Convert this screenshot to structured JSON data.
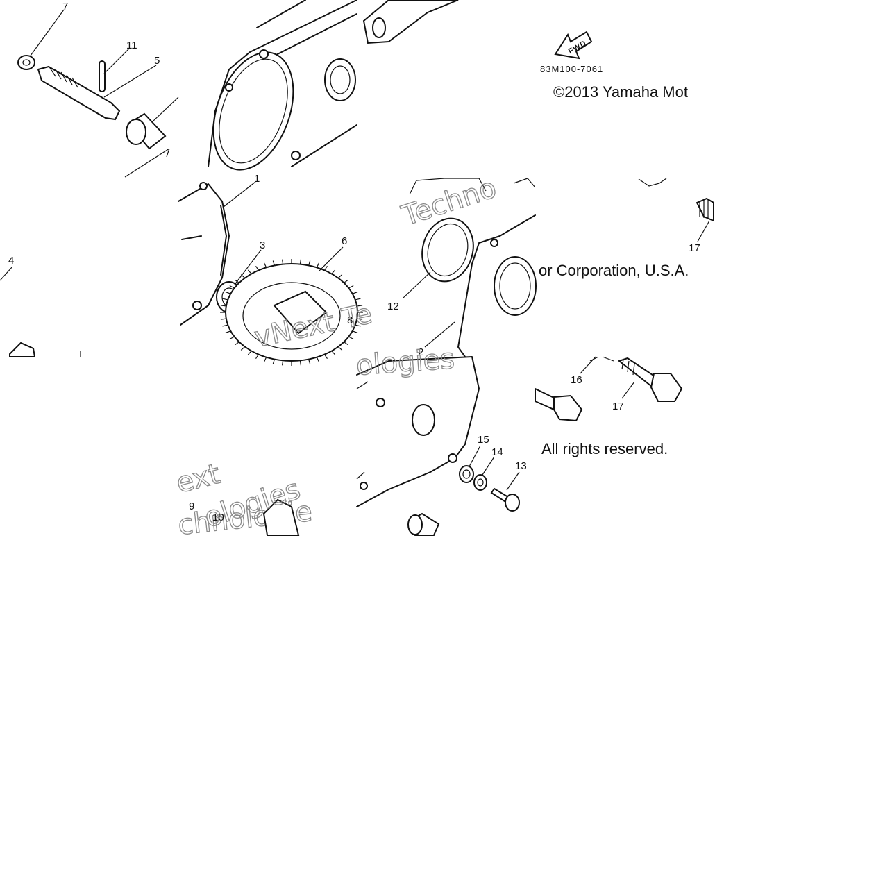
{
  "diagram": {
    "credits": {
      "line1": "©2013 Yamaha Mot",
      "line2": "or Corporation, U.S.A.",
      "line3": "All rights reserved."
    },
    "drawing_code": "83M100-7061",
    "fwd_arrow_label": "FWD",
    "watermark_fragments": [
      "Techno",
      "vNext Te",
      "ologies",
      "ext",
      "ologies",
      "chnologie"
    ],
    "callouts": {
      "c1": "1",
      "c2": "2",
      "c3": "3",
      "c4": "4",
      "c5": "5",
      "c6": "6",
      "c7": "7",
      "c8": "8",
      "c9": "9",
      "c10": "10",
      "c11": "11",
      "c12": "12",
      "c13": "13",
      "c14": "14",
      "c15": "15",
      "c16": "16",
      "c17a": "17",
      "c17b": "17"
    }
  }
}
